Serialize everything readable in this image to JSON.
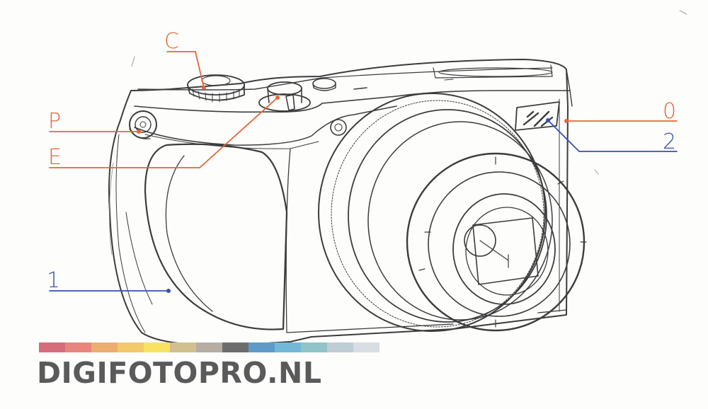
{
  "labels": {
    "c": "C",
    "p": "P",
    "e": "E",
    "zero": "0",
    "two": "2",
    "one": "1"
  },
  "colors": {
    "label_red": "#e4663b",
    "label_blue": "#3a4fb0",
    "sketch": "#3c3c3c",
    "brand_text": "#5a5a5a"
  },
  "palette": [
    "#d66c7c",
    "#e8867d",
    "#ecae6e",
    "#f3c96a",
    "#f7e262",
    "#cfc08e",
    "#b6aea4",
    "#6d6d6d",
    "#5e9bc8",
    "#74b8d8",
    "#8fc4c8",
    "#bfcdd5",
    "#d8dee2"
  ],
  "brand": "DIGIFOTOPRO.NL"
}
